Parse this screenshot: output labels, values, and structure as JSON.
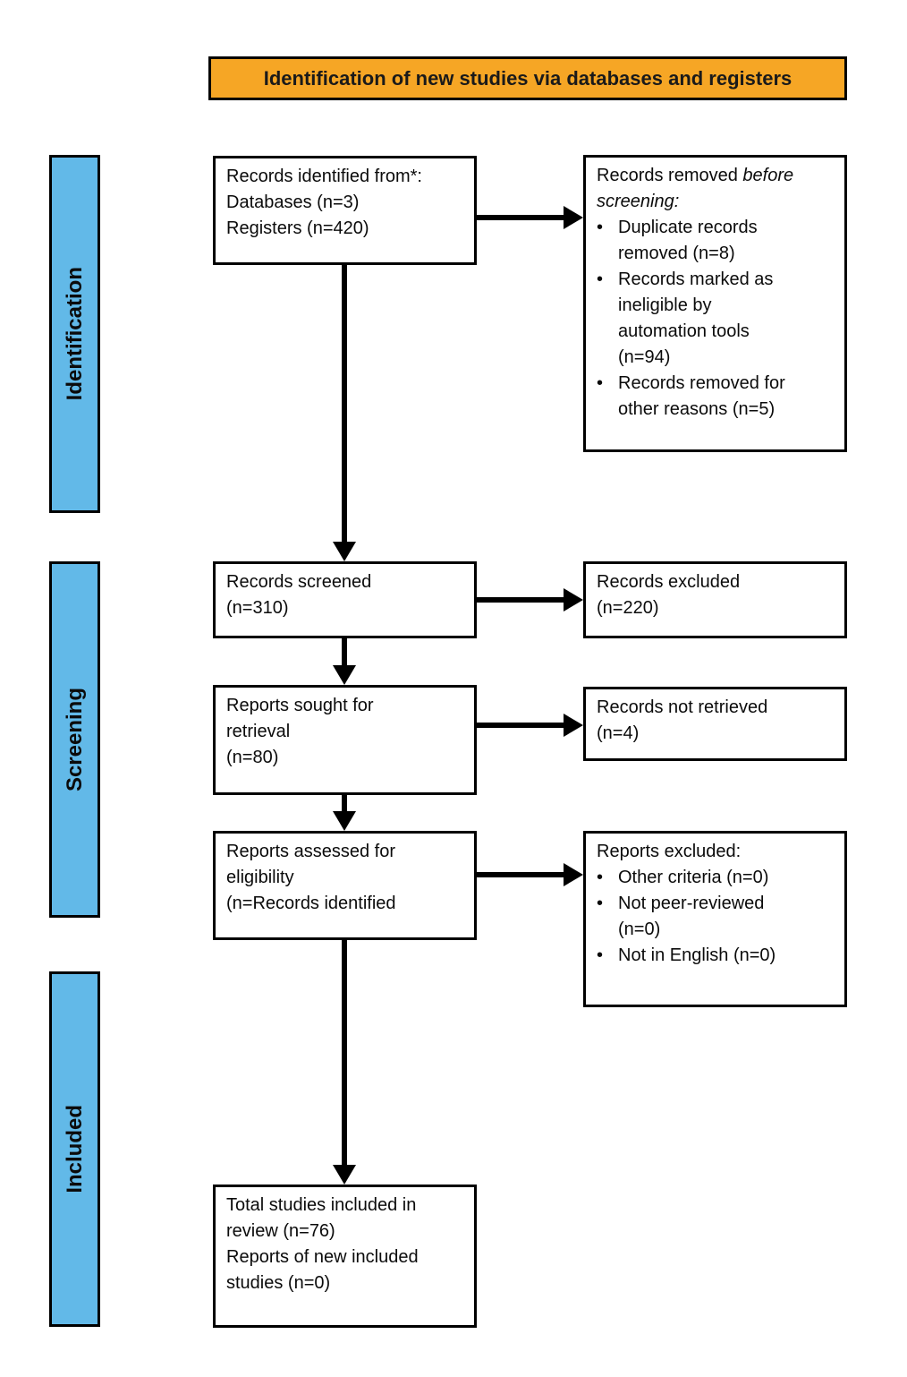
{
  "header": {
    "title": "Identification of new studies via databases and registers"
  },
  "colors": {
    "banner_bg": "#F6A625",
    "sidebar_bg": "#62B9E8",
    "border": "#000000",
    "text": "#0B0B0B"
  },
  "glyphs": {
    "bullet": "•"
  },
  "sidebar": {
    "items": [
      {
        "id": "identification",
        "label": "Identification"
      },
      {
        "id": "screening",
        "label": "Screening"
      },
      {
        "id": "included",
        "label": "Included"
      }
    ]
  },
  "flow": {
    "records_identified": {
      "text": "Records identified from*:\nDatabases (n=3)\nRegisters (n=420)"
    },
    "records_removed": {
      "lead": "Records removed ",
      "italic": "before screening:",
      "bullets": [
        "Duplicate records\nremoved (n=8)",
        "Records marked as\nineligible by\nautomation tools\n(n=94)",
        "Records removed for\nother reasons (n=5)"
      ]
    },
    "records_screened": {
      "text": "Records screened\n(n=310)"
    },
    "records_excluded": {
      "text": "Records excluded\n(n=220)"
    },
    "reports_sought": {
      "text": "Reports sought for\nretrieval\n(n=80)"
    },
    "records_not_retrieved": {
      "text": "Records not retrieved\n(n=4)"
    },
    "reports_assessed": {
      "text": "Reports assessed for\neligibility\n(n=Records identified"
    },
    "reports_excluded": {
      "title": "Reports excluded:",
      "bullets": [
        "Other criteria (n=0)",
        "Not peer-reviewed\n(n=0)",
        "Not in English (n=0)"
      ]
    },
    "total_included": {
      "text": "Total studies included in\nreview (n=76)\nReports of new included\nstudies (n=0)"
    }
  }
}
